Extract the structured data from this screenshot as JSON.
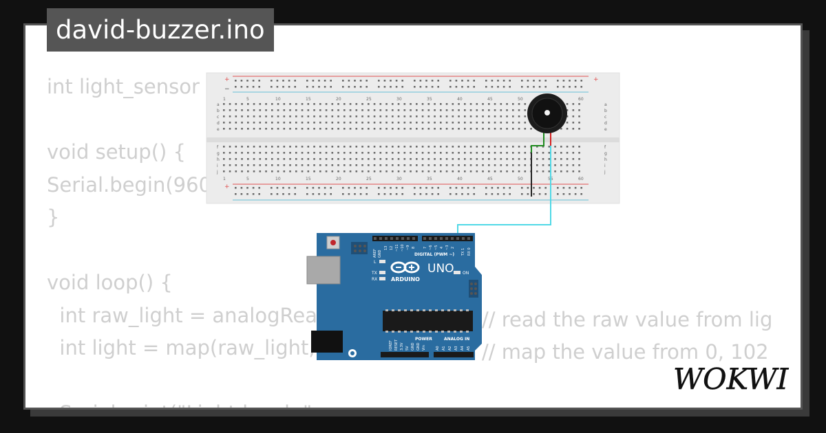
{
  "project": {
    "filename": "david-buzzer.ino",
    "brand": "WOKWI"
  },
  "code_lines": [
    "int light_sensor",
    "",
    "void setup() {",
    "Serial.begin(960",
    "}",
    "",
    "void loop() {",
    "  int raw_light = analogRea",
    "  int light = map(raw_light,",
    "",
    "  Serial.print(\"Light level: \""
  ],
  "code_comments": [
    "// read the raw value from lig",
    "// map the value from 0, 102"
  ],
  "breadboard": {
    "column_labels": [
      "1",
      "5",
      "10",
      "15",
      "20",
      "25",
      "30",
      "35",
      "40",
      "45",
      "50",
      "55",
      "60"
    ],
    "row_labels_top": [
      "a",
      "b",
      "c",
      "d",
      "e"
    ],
    "row_labels_bottom": [
      "f",
      "g",
      "h",
      "i",
      "j"
    ],
    "plus": "+",
    "minus": "−"
  },
  "arduino": {
    "model": "UNO",
    "brand": "ARDUINO",
    "digital_label": "DIGITAL (PWM ~)",
    "power_label": "POWER",
    "analog_label": "ANALOG IN",
    "on_label": "ON",
    "l_label": "L",
    "tx_label": "TX",
    "rx_label": "RX",
    "aref_label": "AREF",
    "gnd_label": "GND",
    "digital_pins": [
      "13",
      "12",
      "~11",
      "~10",
      "~9",
      "8",
      "7",
      "~6",
      "~5",
      "4",
      "~3",
      "2",
      "TX 1",
      "RX 0"
    ],
    "power_pins": [
      "IOREF",
      "RESET",
      "3.3V",
      "5V",
      "GND",
      "GND",
      "Vin"
    ],
    "analog_pins": [
      "A0",
      "A1",
      "A2",
      "A3",
      "A4",
      "A5"
    ]
  },
  "colors": {
    "board_blue": "#2a6ca0",
    "wire_cyan": "#4fd8e6",
    "wire_green": "#1e8a1e",
    "wire_red": "#d42020",
    "code_text": "#cfcfcf"
  }
}
